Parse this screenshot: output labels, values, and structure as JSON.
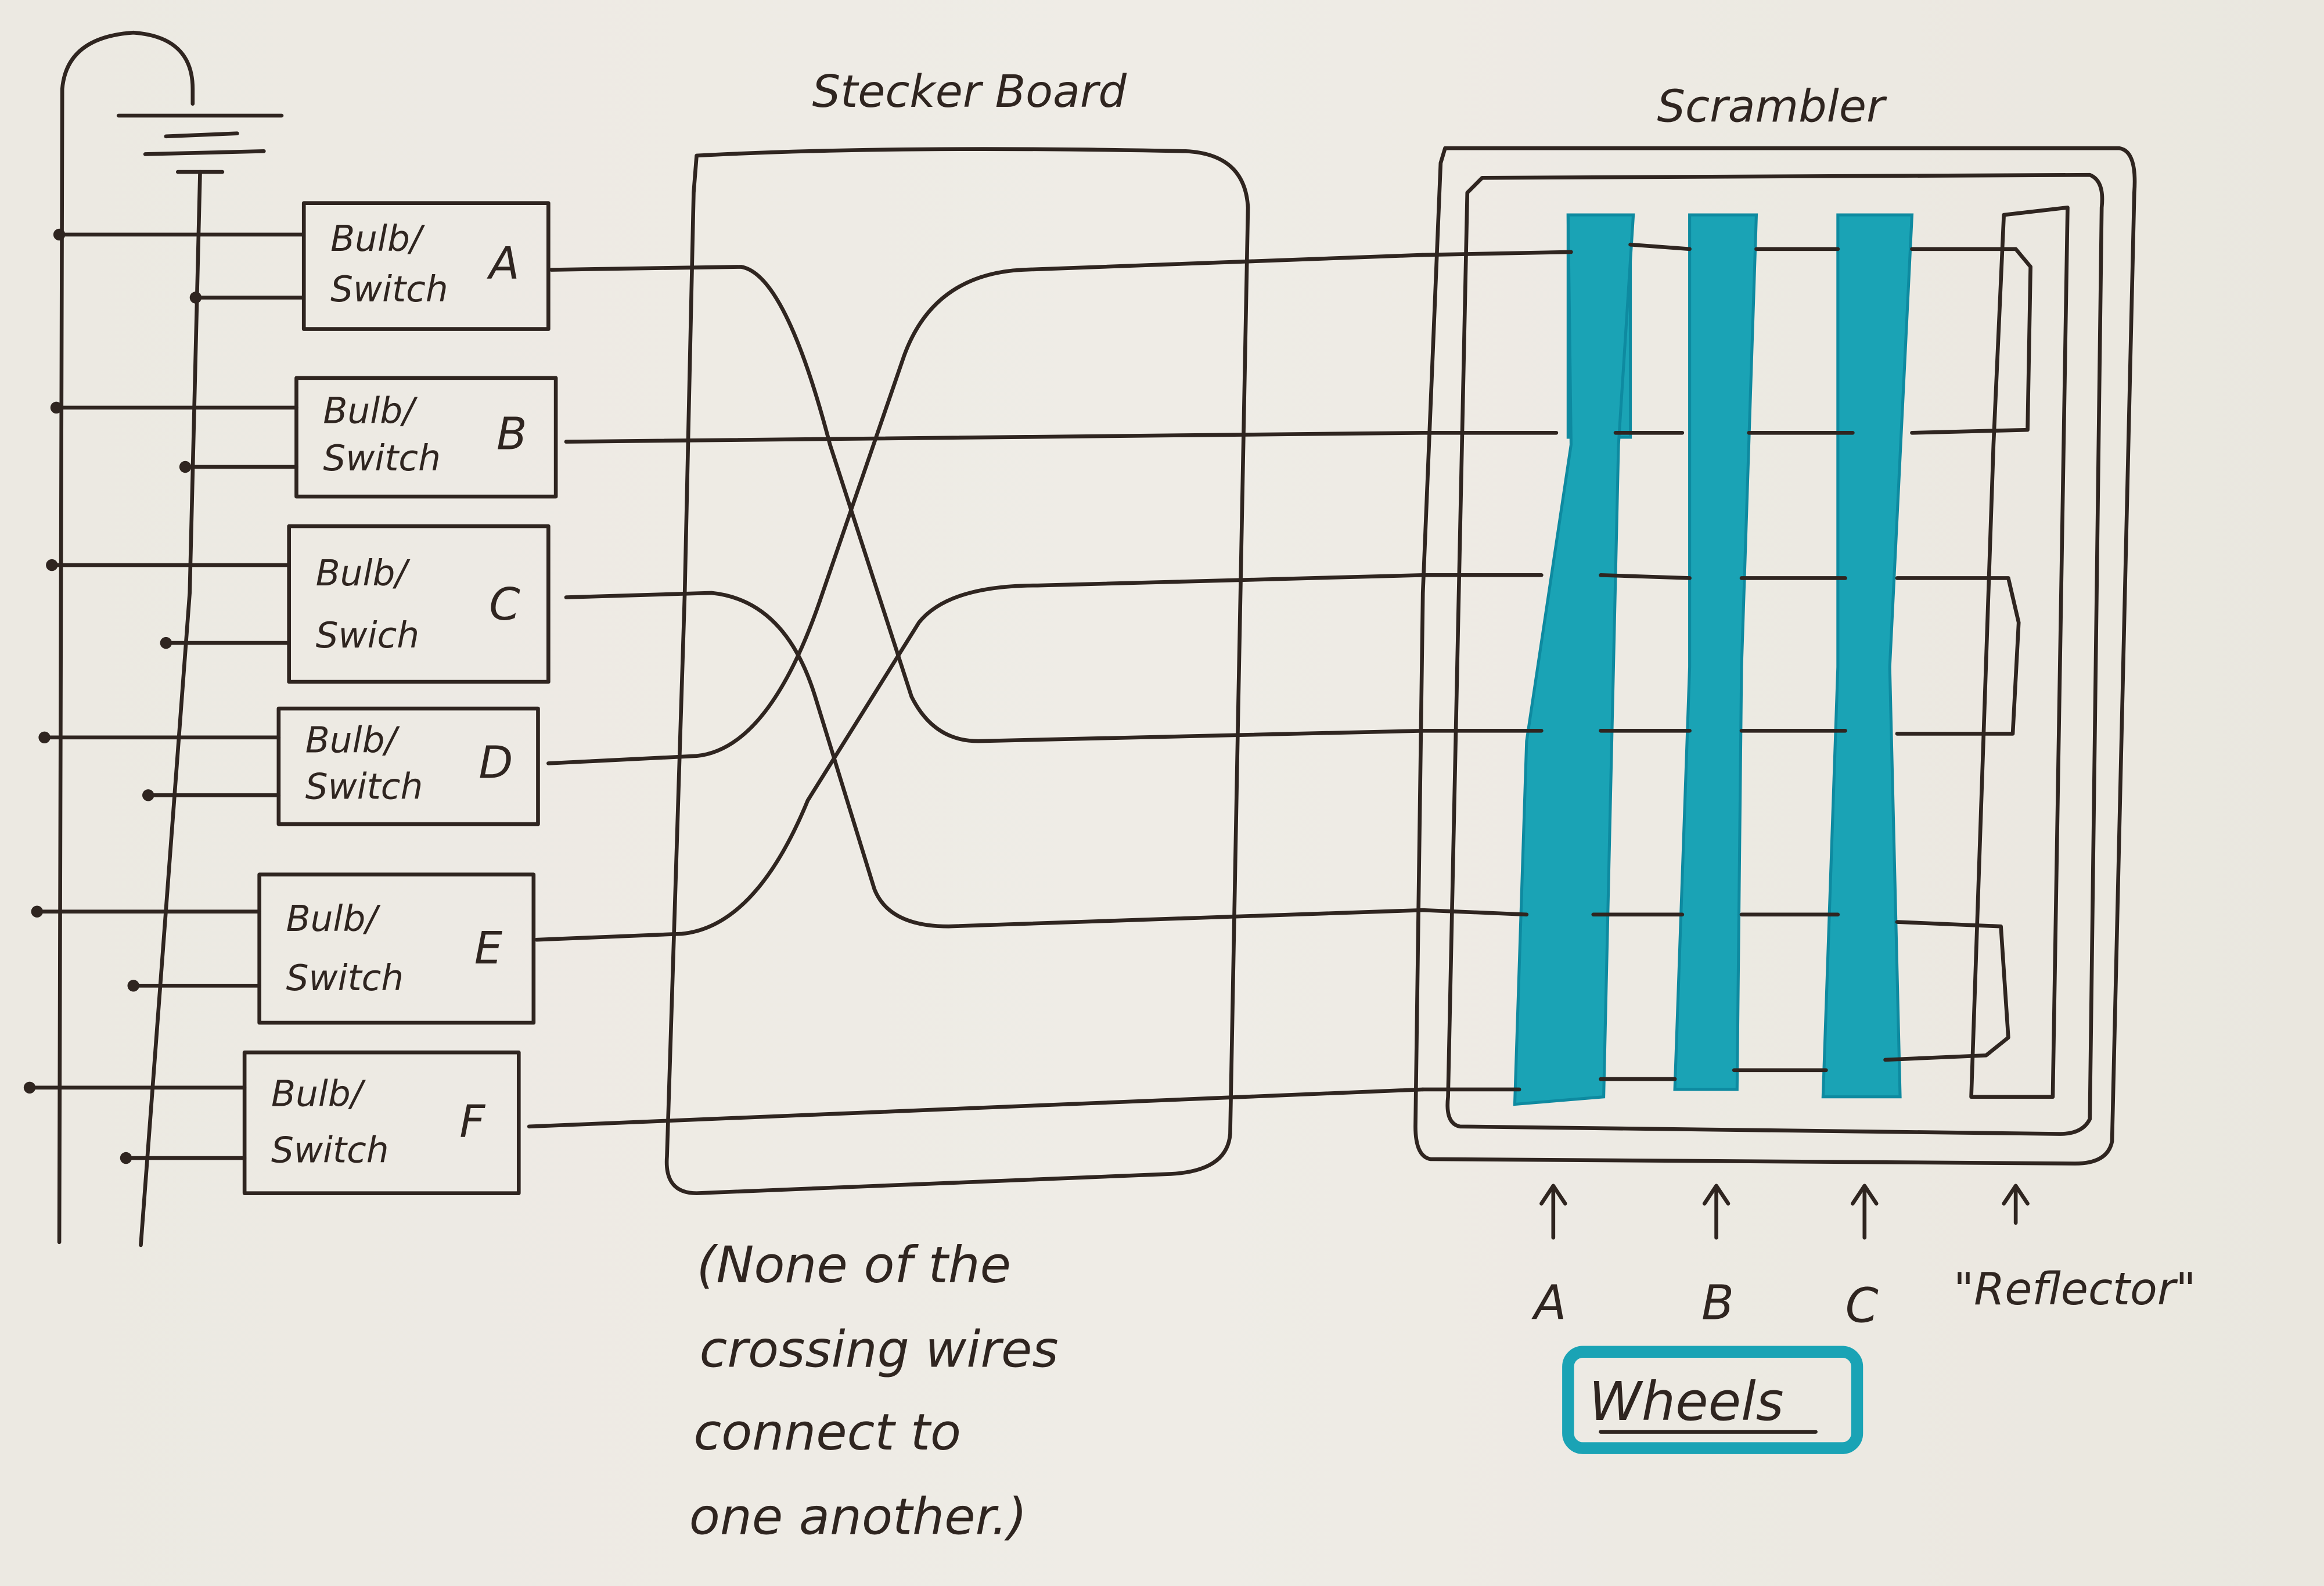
{
  "titles": {
    "stecker": "Stecker Board",
    "scrambler": "Scrambler"
  },
  "bulbs": [
    {
      "line1": "Bulb/",
      "line2": "Switch",
      "letter": "A"
    },
    {
      "line1": "Bulb/",
      "line2": "Switch",
      "letter": "B"
    },
    {
      "line1": "Bulb/",
      "line2": "Swich",
      "letter": "C"
    },
    {
      "line1": "Bulb/",
      "line2": "Switch",
      "letter": "D"
    },
    {
      "line1": "Bulb/",
      "line2": "Switch",
      "letter": "E"
    },
    {
      "line1": "Bulb/",
      "line2": "Switch",
      "letter": "F"
    }
  ],
  "note": [
    "(None of the",
    "crossing wires",
    "connect to",
    "one another.)"
  ],
  "wheel_labels": [
    "A",
    "B",
    "C",
    "\"Reflector\""
  ],
  "wheels_caption": "Wheels",
  "colors": {
    "ink": "#2f2520",
    "teal": "#1aa3b5",
    "paper": "#eeebe4"
  }
}
